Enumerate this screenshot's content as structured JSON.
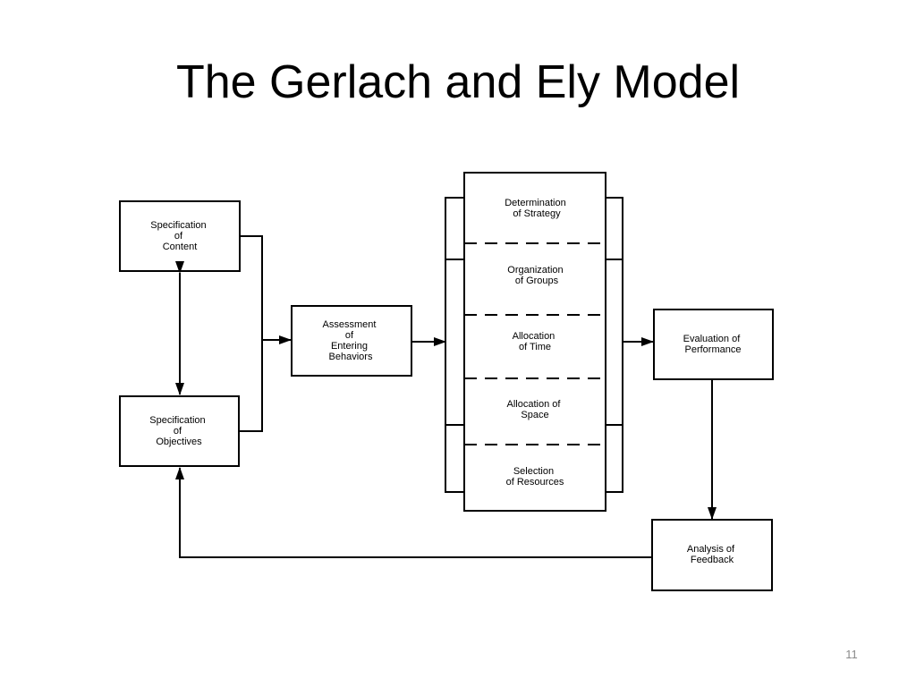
{
  "slide": {
    "title": "The Gerlach and Ely Model",
    "page_number": "11"
  },
  "diagram": {
    "specification_of_content": [
      "Specification",
      "of",
      "Content"
    ],
    "specification_of_objectives": [
      "Specification",
      "of",
      "Objectives"
    ],
    "assessment_of_entering_behaviors": [
      "Assessment",
      "of",
      "Entering",
      "Behaviors"
    ],
    "strategy_column": {
      "determination_of_strategy": [
        "Determination",
        "of Strategy"
      ],
      "organization_of_groups": [
        "Organization",
        "of Groups"
      ],
      "allocation_of_time": [
        "Allocation",
        "of Time"
      ],
      "allocation_of_space": [
        "Allocation of",
        "Space"
      ],
      "selection_of_resources": [
        "Selection",
        "of Resources"
      ]
    },
    "evaluation_of_performance": [
      "Evaluation of",
      "Performance"
    ],
    "analysis_of_feedback": [
      "Analysis of",
      "Feedback"
    ]
  }
}
